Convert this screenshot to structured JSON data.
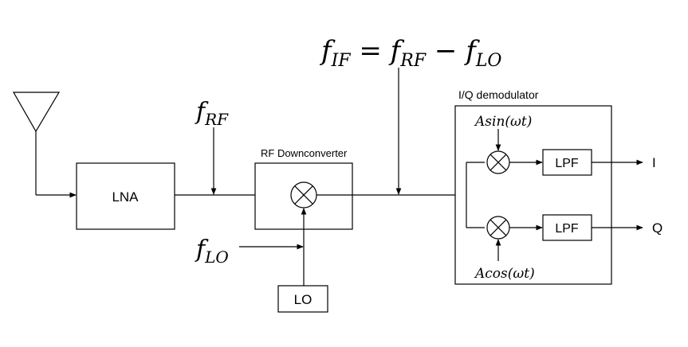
{
  "blocks": {
    "lna": "LNA",
    "lo": "LO",
    "lpf_i": "LPF",
    "lpf_q": "LPF",
    "rf_downconverter": "RF Downconverter",
    "iq_demodulator": "I/Q demodulator"
  },
  "signals": {
    "f_rf": {
      "base": "f",
      "sub": "RF"
    },
    "f_lo": {
      "base": "f",
      "sub": "LO"
    },
    "equation": {
      "lhs_base": "f",
      "lhs_sub": "IF",
      "eq": " = ",
      "t1_base": "f",
      "t1_sub": "RF",
      "minus": " − ",
      "t2_base": "f",
      "t2_sub": "LO"
    },
    "asin": "Asin(ωt)",
    "acos": "Acos(ωt)"
  },
  "outputs": {
    "i": "I",
    "q": "Q"
  }
}
